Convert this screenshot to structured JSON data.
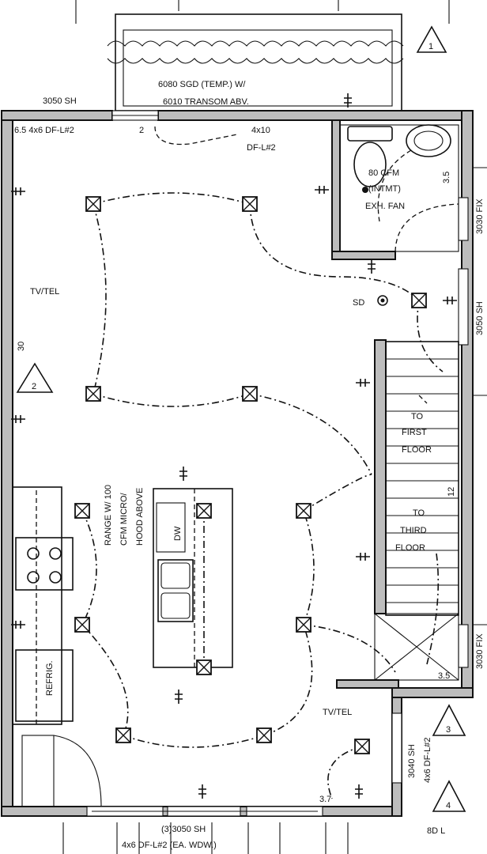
{
  "labels": {
    "window_top": "3050 SH",
    "door_top_left": "6.5 4x6 DF-L#2",
    "door_top_num": "2",
    "header_top_center": "4x10",
    "header_top_center_2": "DF-L#2",
    "patio_door_1": "6080 SGD (TEMP.) W/",
    "patio_door_2": "6010 TRANSOM ABV.",
    "bath_fan_1": "80 CFM",
    "bath_fan_2": "(INTMT)",
    "bath_fan_3": "EXH. FAN",
    "bath_dim": "3.5",
    "smoke_detector": "SD",
    "tv_tel_left": "TV/TEL",
    "left_dim": "30",
    "range_1": "RANGE W/ 100",
    "range_2": "CFM MICRO/",
    "range_3": "HOOD ABOVE",
    "dishwasher": "DW",
    "fridge": "REFRIG.",
    "stair_down_1": "TO",
    "stair_down_2": "FIRST",
    "stair_down_3": "FLOOR",
    "stair_up_1": "TO",
    "stair_up_2": "THIRD",
    "stair_up_3": "FLOOR",
    "stair_count": "12",
    "right_win_top": "3030 FIX",
    "right_win_mid": "3050 SH",
    "right_win_bot": "3030 FIX",
    "closet_dim": "3.5",
    "tv_tel_right": "TV/TEL",
    "win_3040": "3040 SH",
    "header_right": "4x6 DF-L#2",
    "dim_bottom_right": "3.7",
    "bottom_window_1": "(3)3050 SH",
    "bottom_window_2": "4x6 DF-L#2 (EA. WDW.)",
    "label_bottom_right": "8D L",
    "rev_mark_1": "1",
    "rev_mark_2": "2",
    "rev_mark_3": "3",
    "rev_mark_4": "4"
  }
}
